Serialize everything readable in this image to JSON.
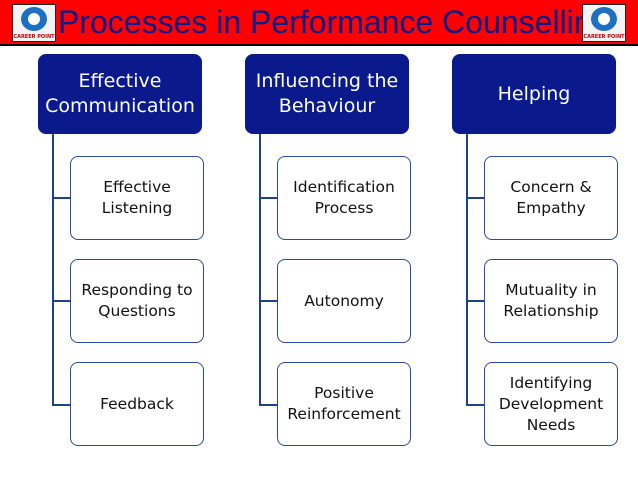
{
  "title": "Processes in Performance Counselling",
  "logo_text": "CAREER POINT",
  "columns": [
    {
      "heading": "Effective Communication",
      "items": [
        "Effective Listening",
        "Responding to Questions",
        "Feedback"
      ]
    },
    {
      "heading": "Influencing the Behaviour",
      "items": [
        "Identification Process",
        "Autonomy",
        "Positive Reinforcement"
      ]
    },
    {
      "heading": "Helping",
      "items": [
        "Concern & Empathy",
        "Mutuality in Relationship",
        "Identifying Development Needs"
      ]
    }
  ],
  "colors": {
    "banner": "#ff0000",
    "title_text": "#0a1a8a",
    "heading_box": "#0a1a8c",
    "connector": "#1f3f8f"
  }
}
